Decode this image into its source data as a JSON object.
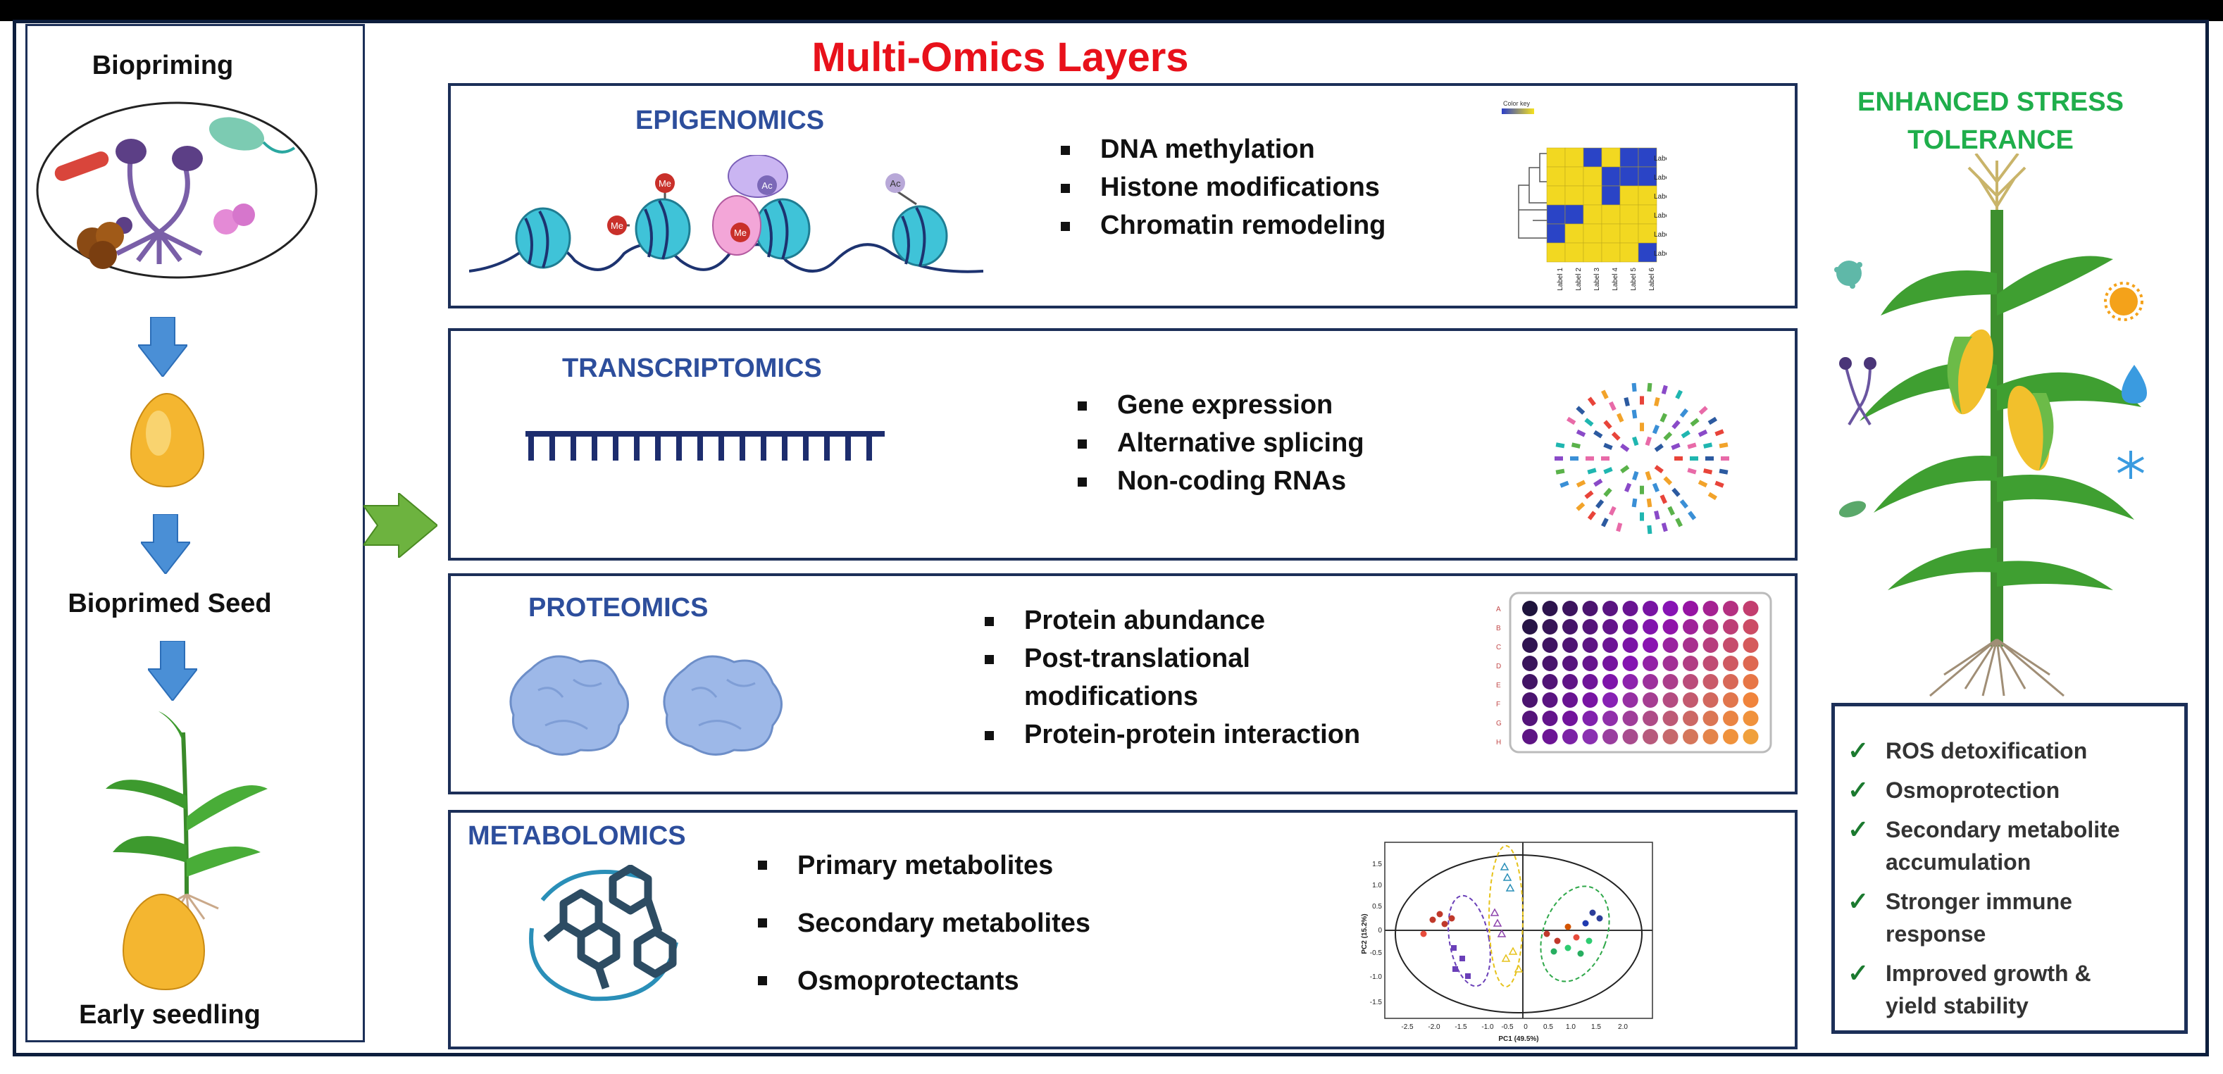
{
  "title": "Multi-Omics Layers",
  "left": {
    "biopriming": "Biopriming",
    "bioprimed_seed": "Bioprimed Seed",
    "early_seedling": "Early seedling"
  },
  "sections": [
    {
      "key": "epigenomics",
      "title": "EPIGENOMICS",
      "items": [
        "DNA methylation",
        "Histone modifications",
        "Chromatin remodeling"
      ]
    },
    {
      "key": "transcriptomics",
      "title": "TRANSCRIPTOMICS",
      "items": [
        "Gene expression",
        "Alternative splicing",
        "Non-coding RNAs"
      ]
    },
    {
      "key": "proteomics",
      "title": "PROTEOMICS",
      "items": [
        "Protein abundance",
        "Post-translational modifications",
        "Protein-protein interaction"
      ]
    },
    {
      "key": "metabolomics",
      "title": "METABOLOMICS",
      "items": [
        "Primary metabolites",
        "Secondary metabolites",
        "Osmoprotectants"
      ]
    }
  ],
  "epigenomics_marks": {
    "me": "Me",
    "ac": "Ac"
  },
  "heatmap": {
    "color_key": "Color key",
    "row_labels": [
      "Label A",
      "Label B",
      "Label C",
      "Label D",
      "Label E",
      "Label F"
    ],
    "col_labels": [
      "Label 1",
      "Label 2",
      "Label 3",
      "Label 4",
      "Label 5",
      "Label 6"
    ]
  },
  "plate": {
    "row_letters": [
      "A",
      "B",
      "C",
      "D",
      "E",
      "F",
      "G",
      "H"
    ]
  },
  "pca": {
    "xlabel": "PC1 (49.5%)",
    "ylabel": "PC2 (15.2%)",
    "xticks": [
      "-2.5",
      "-2.0",
      "-1.5",
      "-1.0",
      "-0.5",
      "0",
      "0.5",
      "1.0",
      "1.5",
      "2.0"
    ],
    "yticks": [
      "1.5",
      "1.0",
      "0.5",
      "0",
      "-0.5",
      "-1.0",
      "-1.5"
    ]
  },
  "right": {
    "title_line1": "ENHANCED STRESS",
    "title_line2": "TOLERANCE",
    "benefits": [
      [
        "ROS detoxification"
      ],
      [
        "Osmoprotection"
      ],
      [
        "Secondary metabolite",
        "accumulation"
      ],
      [
        "Stronger immune",
        "response"
      ],
      [
        "Improved growth &",
        "yield stability"
      ]
    ]
  },
  "colors": {
    "title_red": "#e8111b",
    "section_blue": "#2d4e9c",
    "enhanced_green": "#1fae4b",
    "arrow_blue": "#4a8fd6",
    "arrow_green": "#6db33f",
    "frame_navy": "#1c2f58"
  },
  "icons": [
    "microbe-icon",
    "corn-kernel-icon",
    "seedling-icon",
    "nucleosome-icon",
    "mrna-comb-icon",
    "protein-blob-icon",
    "molecule-icon",
    "maize-plant-icon",
    "check-icon",
    "snowflake-icon",
    "water-drop-icon",
    "sun-icon"
  ]
}
